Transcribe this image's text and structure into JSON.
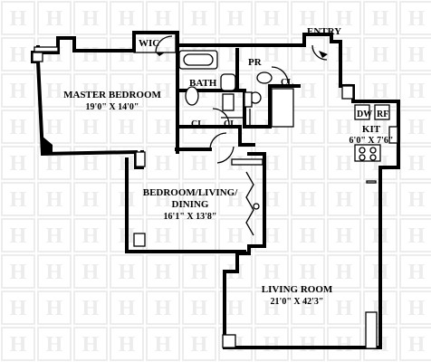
{
  "rooms": {
    "master_bedroom": {
      "name": "MASTER BEDROOM",
      "dims": "19'0\" X 14'0\""
    },
    "bedroom_living_dining": {
      "line1": "BEDROOM/LIVING/",
      "line2": "DINING",
      "dims": "16'1\" X 13'8\""
    },
    "living_room": {
      "name": "LIVING ROOM",
      "dims": "21'0\" X 42'3\""
    },
    "kitchen": {
      "name": "KIT",
      "dims": "6'0\" X 7'6\""
    },
    "bath": {
      "name": "BATH"
    },
    "powder_room": {
      "name": "PR"
    },
    "walk_in_closet": {
      "name": "WIC"
    },
    "entry": {
      "name": "ENTRY"
    },
    "closets": [
      "CL",
      "CL",
      "CL"
    ],
    "appliances": {
      "dishwasher": "DW",
      "refrigerator": "RF"
    }
  },
  "colors": {
    "walls": "#000000",
    "watermark": "#ececec",
    "background": "#ffffff"
  },
  "watermark_glyph": "H"
}
